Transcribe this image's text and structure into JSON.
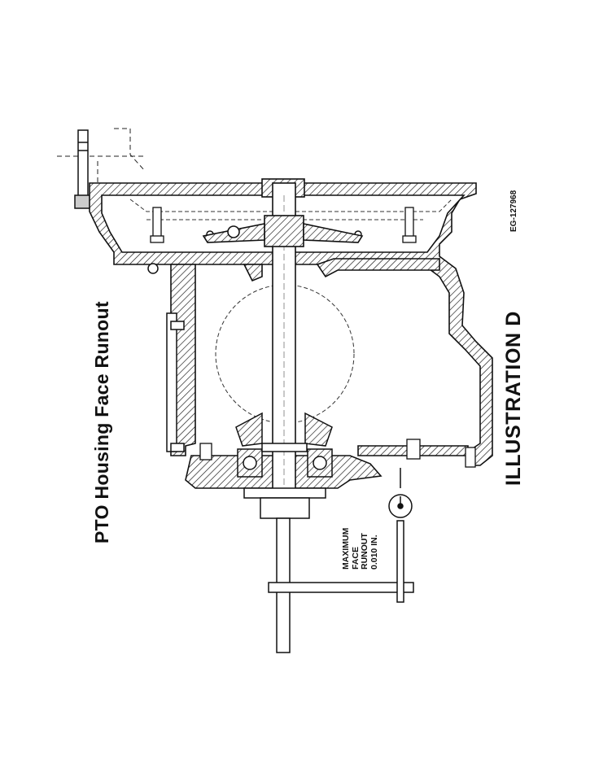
{
  "title": "PTO Housing Face Runout",
  "illustration_label": "ILLUSTRATION D",
  "drawing_number": "EG-127968",
  "note": {
    "line1": "MAXIMUM",
    "line2": "FACE",
    "line3": "RUNOUT",
    "line4": "0.010 IN."
  }
}
